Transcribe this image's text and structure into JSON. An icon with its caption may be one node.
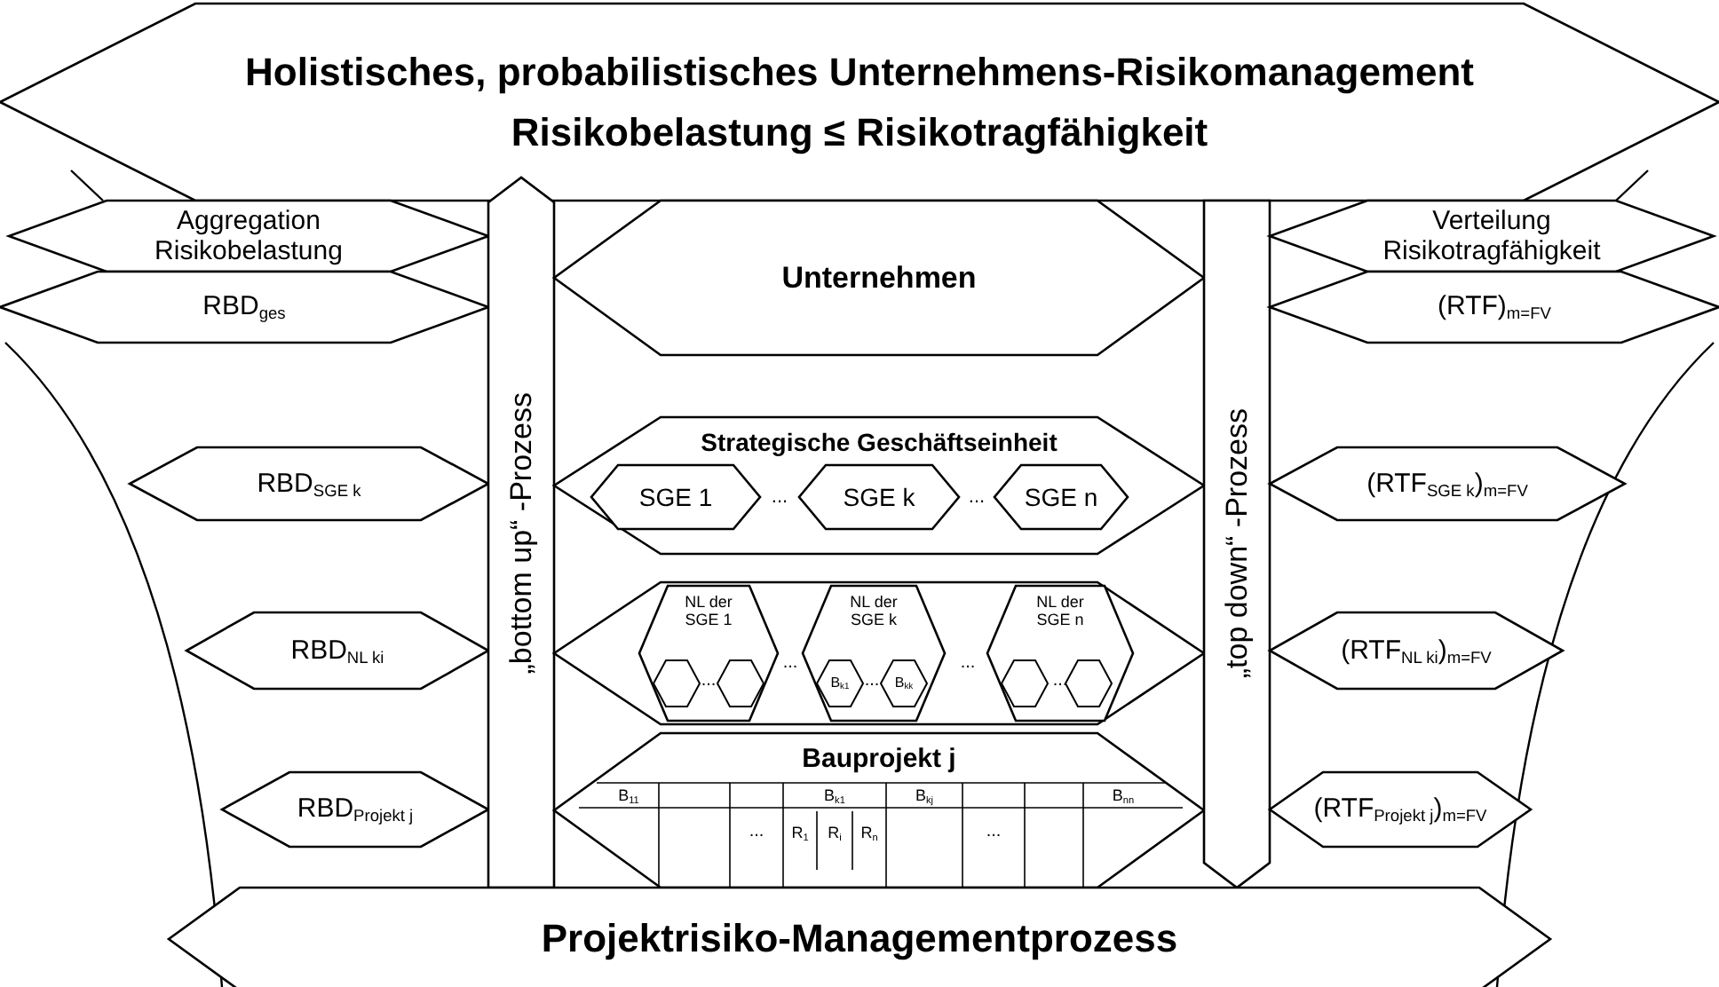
{
  "diagram": {
    "nodes": [
      {
        "text": [
          "Holistisches, probabilistisches Unternehmens-Risikomanagement",
          "Risikobelastung ≤ Risikotragfähigkeit"
        ]
      },
      {
        "text": [
          "Aggregation Risikobelastung"
        ]
      },
      {
        "text": [
          "RBD$_{ges}$"
        ]
      },
      {
        "text": [
          "RBD$_{SGE k}$"
        ]
      },
      {
        "text": [
          "RBD$_{NL ki}$"
        ]
      },
      {
        "text": [
          "RBD$_{Projekt j}$"
        ]
      },
      {
        "text": [
          "„bottom up“ -Prozess"
        ]
      },
      {
        "text": [
          "Unternehmen"
        ]
      },
      {
        "text": [
          "Strategische Geschäftseinheit"
        ]
      },
      {
        "text": [
          "SGE 1"
        ],
        "in": 8
      },
      {
        "text": [
          "SGE k"
        ],
        "in": 8
      },
      {
        "text": [
          "SGE n"
        ],
        "in": 8
      },
      {
        "text": [],
        "shape": "hexagon"
      },
      {
        "text": [
          "NL der SGE 1"
        ],
        "in": 12
      },
      {
        "text": [],
        "shape": "hexagon",
        "in": 13
      },
      {
        "text": [],
        "shape": "hexagon",
        "in": 13
      },
      {
        "text": [
          "NL der SGE k"
        ],
        "in": 12
      },
      {
        "text": [
          "B$_{k1}$"
        ],
        "in": 16
      },
      {
        "text": [
          "B$_{kk}$"
        ],
        "in": 16
      },
      {
        "text": [
          "NL der SGE n"
        ],
        "in": 12
      },
      {
        "text": [],
        "shape": "hexagon",
        "in": 19
      },
      {
        "text": [],
        "shape": "hexagon",
        "in": 19
      },
      {
        "text": [
          "Bauprojekt j"
        ]
      },
      {
        "text": [
          "„top down“ -Prozess"
        ]
      },
      {
        "text": [
          "Verteilung Risikotragfähigkeit"
        ]
      },
      {
        "text": [
          "(RTF)$_{m=FV}$"
        ]
      },
      {
        "text": [
          "(RTF$_{SGE k}$)$_{m=FV}$"
        ]
      },
      {
        "text": [
          "(RTF$_{NL ki}$)$_{m=FV}$"
        ]
      },
      {
        "text": [
          "(RTF$_{Projekt j}$)$_{m=FV}$"
        ]
      },
      {
        "text": [
          "Projektrisiko-Managementprozess"
        ]
      }
    ],
    "labels": [
      "...",
      "...",
      "...",
      "...",
      "...",
      "...",
      "...",
      "B$_{11}$",
      "B$_{k1}$",
      "B$_{kj}$",
      "B$_{nn}$",
      "...",
      "R$_{1}$",
      "R$_{i}$",
      "R$_{n}$",
      "..."
    ]
  }
}
